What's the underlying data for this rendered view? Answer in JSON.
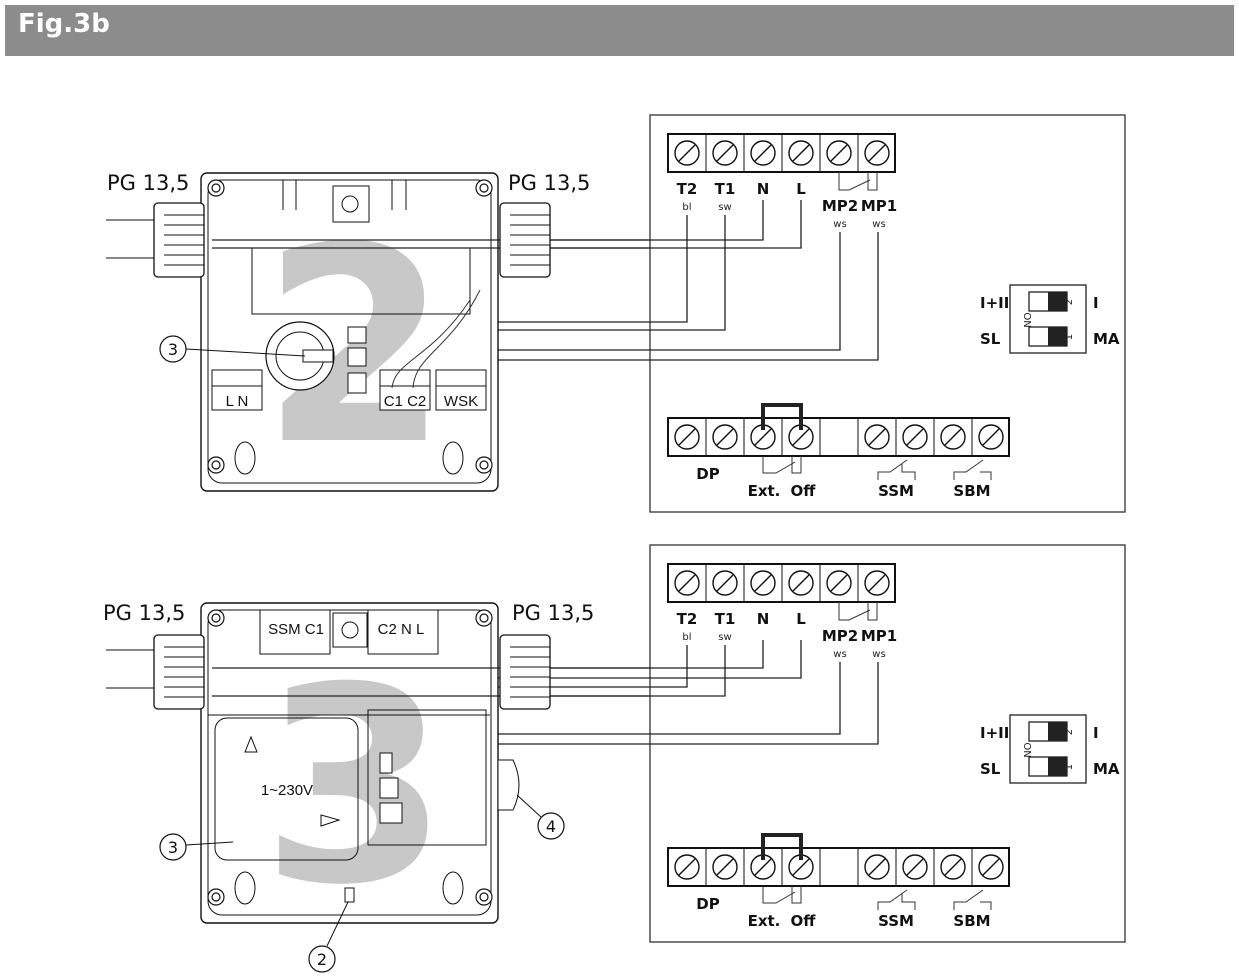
{
  "header": {
    "title": "Fig.3b",
    "background_color": "#8c8c8c",
    "text_color": "#ffffff"
  },
  "diagram_top": {
    "module_number": "2",
    "left_gland_label": "PG 13,5",
    "right_gland_label": "PG 13,5",
    "callouts": [
      "3"
    ],
    "module_terminals": {
      "power": "L  N",
      "contacts": "C1 C2",
      "wsk": "WSK"
    },
    "terminal_block_top": {
      "terminals": [
        {
          "label": "T2",
          "sub": "bl"
        },
        {
          "label": "T1",
          "sub": "sw"
        },
        {
          "label": "N",
          "sub": ""
        },
        {
          "label": "L",
          "sub": ""
        },
        {
          "label": "MP2",
          "sub": "ws"
        },
        {
          "label": "MP1",
          "sub": "ws"
        }
      ]
    },
    "dip_switch": {
      "left_labels": [
        "I+II",
        "SL"
      ],
      "right_labels": [
        "I",
        "MA"
      ],
      "on_label": "ON",
      "switch_numbers": [
        "2",
        "1"
      ]
    },
    "terminal_block_bottom": {
      "labels": [
        "DP",
        "Ext.",
        "Off",
        "SSM",
        "SBM"
      ]
    }
  },
  "diagram_bottom": {
    "module_number": "3",
    "left_gland_label": "PG 13,5",
    "right_gland_label": "PG 13,5",
    "callouts": [
      "3",
      "4",
      "2"
    ],
    "module_terminals": {
      "left": "SSM C1",
      "right": "C2  N  L"
    },
    "voltage_label": "1~230V",
    "terminal_block_top": {
      "terminals": [
        {
          "label": "T2",
          "sub": "bl"
        },
        {
          "label": "T1",
          "sub": "sw"
        },
        {
          "label": "N",
          "sub": ""
        },
        {
          "label": "L",
          "sub": ""
        },
        {
          "label": "MP2",
          "sub": "ws"
        },
        {
          "label": "MP1",
          "sub": "ws"
        }
      ]
    },
    "dip_switch": {
      "left_labels": [
        "I+II",
        "SL"
      ],
      "right_labels": [
        "I",
        "MA"
      ],
      "on_label": "ON",
      "switch_numbers": [
        "2",
        "1"
      ]
    },
    "terminal_block_bottom": {
      "labels": [
        "DP",
        "Ext.",
        "Off",
        "SSM",
        "SBM"
      ]
    }
  }
}
